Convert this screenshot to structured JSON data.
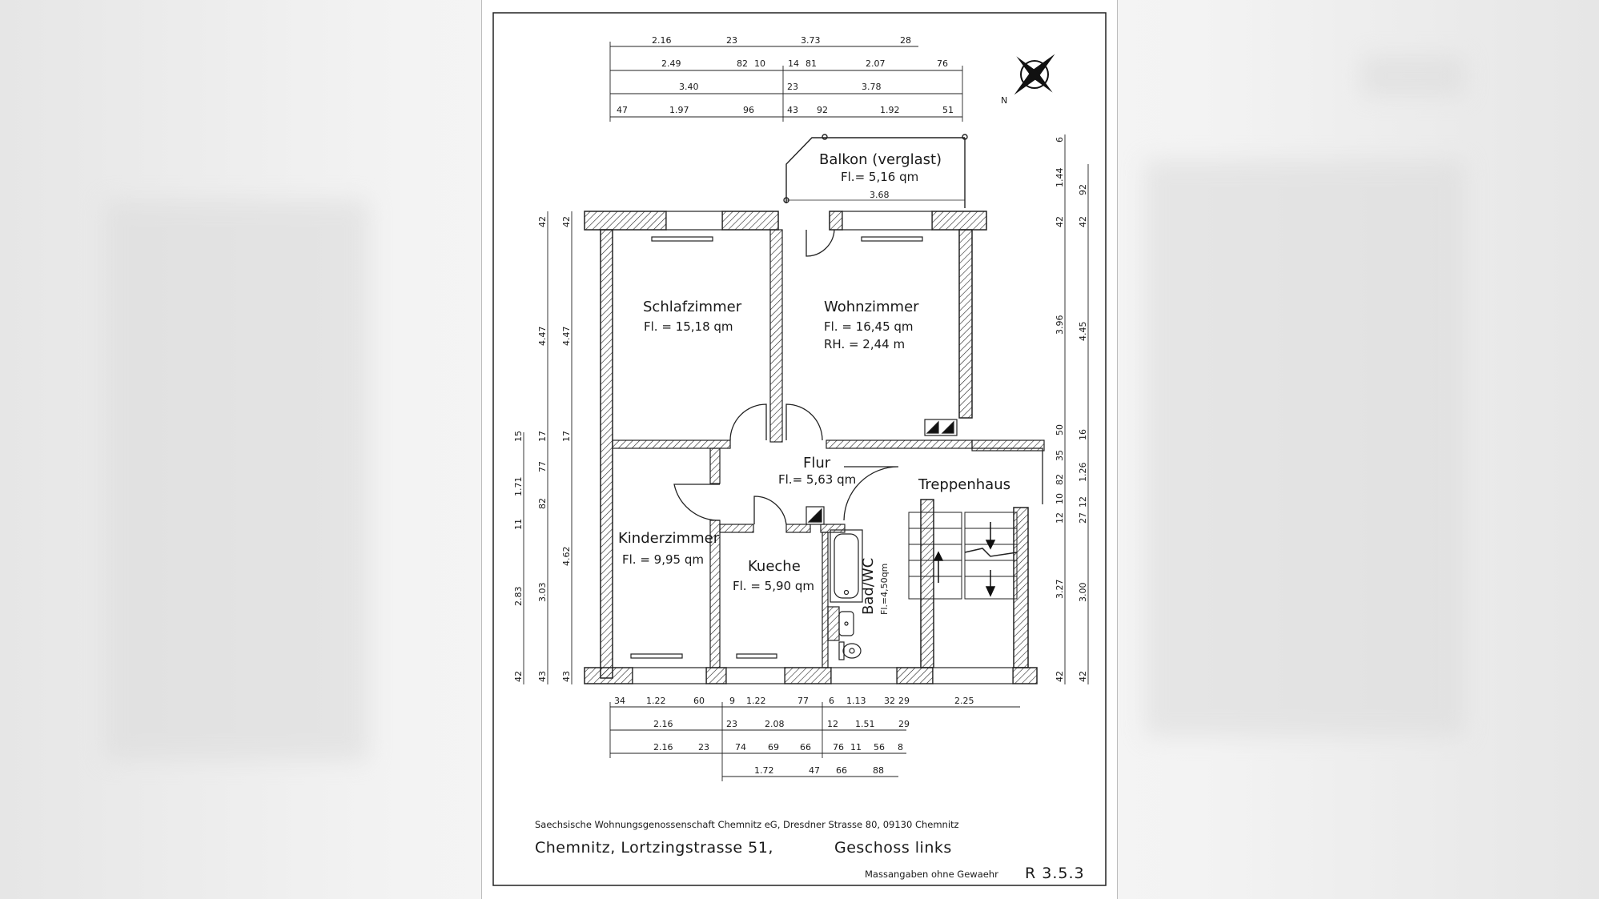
{
  "rooms": {
    "balkon": {
      "name": "Balkon (verglast)",
      "area": "Fl.= 5,16 qm",
      "width": "3.68"
    },
    "schlafzimmer": {
      "name": "Schlafzimmer",
      "area": "Fl.  = 15,18 qm"
    },
    "wohnzimmer": {
      "name": "Wohnzimmer",
      "area": "Fl.  = 16,45 qm",
      "height": "RH.  = 2,44 m"
    },
    "flur": {
      "name": "Flur",
      "area": "Fl.= 5,63 qm"
    },
    "treppenhaus": {
      "name": "Treppenhaus"
    },
    "kinderzimmer": {
      "name": "Kinderzimmer",
      "area": "Fl.  = 9,95 qm"
    },
    "kueche": {
      "name": "Kueche",
      "area": "Fl.  = 5,90 qm"
    },
    "bad": {
      "name": "Bad/WC",
      "area": "Fl.=4,50qm"
    }
  },
  "top_dims": {
    "row1": [
      "2.16",
      "23",
      "3.73",
      "28"
    ],
    "row2": [
      "2.49",
      "82",
      "10",
      "14",
      "81",
      "2.07",
      "76"
    ],
    "row3": [
      "3.40",
      "23",
      "3.78"
    ],
    "row4": [
      "47",
      "1.97",
      "96",
      "43",
      "92",
      "1.92",
      "51"
    ]
  },
  "bottom_dims": {
    "row1": [
      "34",
      "1.22",
      "60",
      "9",
      "1.22",
      "77",
      "6",
      "1.13",
      "32",
      "29",
      "2.25"
    ],
    "row2": [
      "2.16",
      "23",
      "2.08",
      "12",
      "1.51",
      "29"
    ],
    "row3": [
      "2.16",
      "23",
      "74",
      "69",
      "66",
      "76",
      "11",
      "56",
      "8"
    ],
    "row4": [
      "1.72",
      "47",
      "66",
      "88"
    ]
  },
  "left_dims": {
    "outer": [
      "15",
      "1.71",
      "11",
      "2.83",
      "42"
    ],
    "middle": [
      "42",
      "4.47",
      "17",
      "77",
      "82",
      "3.03",
      "43"
    ],
    "inner": [
      "42",
      "4.47",
      "17",
      "4.62",
      "43"
    ]
  },
  "right_dims": {
    "inner": [
      "6",
      "1.44",
      "42",
      "3.96",
      "50",
      "35",
      "82",
      "10",
      "12",
      "3.27",
      "42"
    ],
    "outer": [
      "92",
      "42",
      "4.45",
      "16",
      "1.26",
      "12",
      "27",
      "3.00",
      "42"
    ]
  },
  "compass": {
    "label": "N"
  },
  "footer": {
    "company": "Saechsische Wohnungsgenossenschaft Chemnitz eG, Dresdner Strasse 80,  09130 Chemnitz",
    "address": "Chemnitz, Lortzingstrasse 51,",
    "floor": "Geschoss links",
    "disclaimer": "Massangaben ohne Gewaehr",
    "plan_id": "R 3.5.3"
  }
}
